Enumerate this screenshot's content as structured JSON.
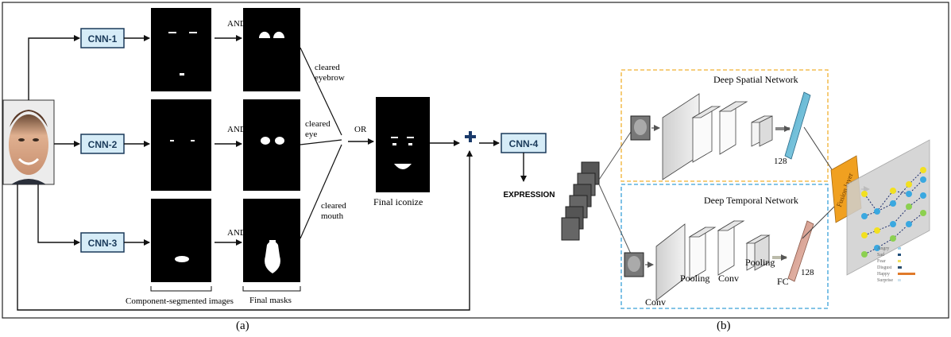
{
  "panel_a": {
    "caption": "(a)",
    "cnn_labels": [
      "CNN-1",
      "CNN-2",
      "CNN-3",
      "CNN-4"
    ],
    "and_labels": [
      "AND",
      "AND",
      "AND"
    ],
    "or_label": "OR",
    "cleared_labels": [
      [
        "cleared",
        "eyebrow"
      ],
      [
        "cleared",
        "eye"
      ],
      [
        "cleared",
        "mouth"
      ]
    ],
    "final_iconize": "Final iconize",
    "expression": "EXPRESSION",
    "component_label": "Component-segmented images",
    "final_masks_label": "Final masks"
  },
  "panel_b": {
    "caption": "(b)",
    "spatial_title": "Deep Spatial Network",
    "temporal_title": "Deep Temporal Network",
    "dim_top": "128",
    "dim_bottom": "128",
    "conv1": "Conv",
    "pooling1": "Pooling",
    "conv2": "Conv",
    "pooling2": "Pooling",
    "fc": "FC",
    "fusion": "Fusion layer",
    "legend": [
      {
        "label": "Angry",
        "color": "#9fd0e8"
      },
      {
        "label": "Sad",
        "color": "#1f4e79"
      },
      {
        "label": "Fear",
        "color": "#f2e060"
      },
      {
        "label": "Disgust",
        "color": "#2c4f6e"
      },
      {
        "label": "Happy",
        "color": "#e07a2a"
      },
      {
        "label": "Surprise",
        "color": "#cfe3ef"
      }
    ]
  },
  "colors": {
    "cnn_fill": "#d6ecf7",
    "fusion": "#f0a020",
    "spatial_border": "#f0b030",
    "temporal_border": "#3aa0d8"
  }
}
